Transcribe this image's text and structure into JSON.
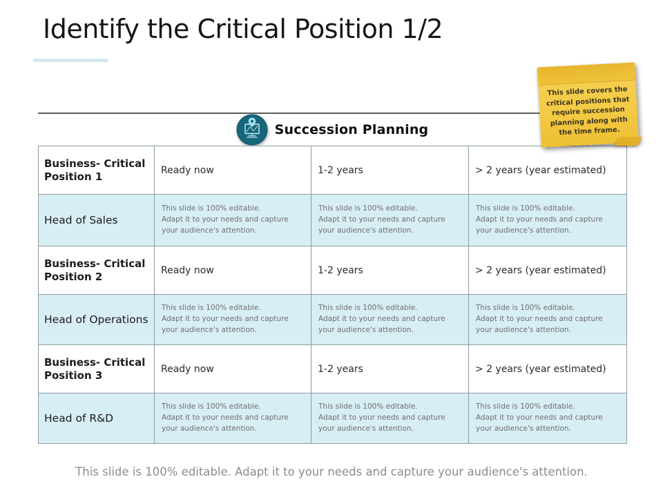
{
  "slide": {
    "title": "Identify the Critical Position 1/2",
    "footer": "This slide is 100% editable. Adapt it to your needs and capture your audience's attention."
  },
  "sticky_note": {
    "text": "This slide covers the critical positions that require succession planning along with the time frame."
  },
  "section_header": {
    "title": "Succession Planning",
    "icon": "monitor-location-pin-icon"
  },
  "table": {
    "rows": [
      {
        "type": "position",
        "label": "Business- Critical Position 1",
        "cells": [
          "Ready now",
          "1-2 years",
          "> 2 years (year estimated)"
        ]
      },
      {
        "type": "editable",
        "label": "Head of Sales",
        "cells": [
          "This slide is 100% editable.\nAdapt it to your needs and capture your audience's attention.",
          "This slide is 100% editable.\nAdapt it to your needs and capture your audience's attention.",
          "This slide is 100% editable.\nAdapt it to your needs and capture your audience's attention."
        ]
      },
      {
        "type": "position",
        "label": "Business- Critical Position 2",
        "cells": [
          "Ready now",
          "1-2 years",
          "> 2 years (year estimated)"
        ]
      },
      {
        "type": "editable",
        "label": "Head of Operations",
        "cells": [
          "This slide is 100% editable.\nAdapt it to your needs and capture your audience's attention.",
          "This slide is 100% editable.\nAdapt it to your needs and capture your audience's attention.",
          "This slide is 100% editable.\nAdapt it to your needs and capture your audience's attention."
        ]
      },
      {
        "type": "position",
        "label": "Business- Critical Position 3",
        "cells": [
          "Ready now",
          "1-2 years",
          "> 2 years (year estimated)"
        ]
      },
      {
        "type": "editable",
        "label": "Head of R&D",
        "cells": [
          "This slide is 100% editable.\nAdapt it to your needs and capture your audience's attention.",
          "This slide is 100% editable.\nAdapt it to your needs and capture your audience's attention.",
          "This slide is 100% editable.\nAdapt it to your needs and capture your audience's attention."
        ]
      }
    ]
  },
  "colors": {
    "row_highlight": "#d8eef5",
    "table_border": "#8d9ca2",
    "sticky_yellow": "#f4cb45",
    "icon_teal": "#17677a",
    "title_underline": "#d5e9f1",
    "footer_gray": "#8c8c8c"
  }
}
